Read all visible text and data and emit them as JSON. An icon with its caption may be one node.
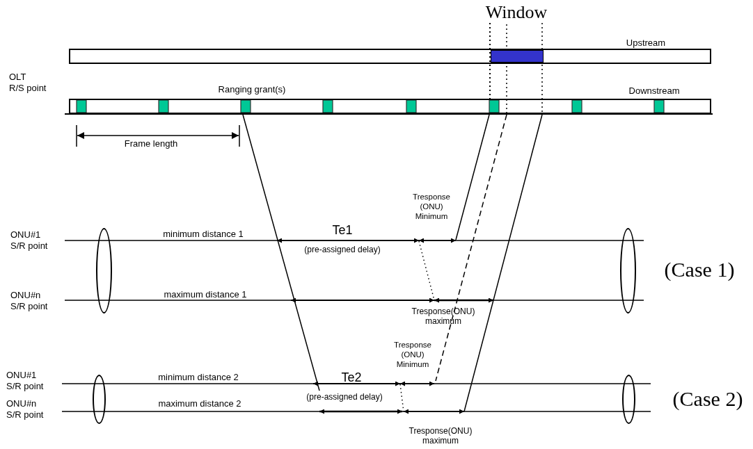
{
  "diagram": {
    "nodes": [
      {
        "text": [],
        "shape": "bar",
        "beside": [
          "Upstream"
        ]
      },
      {
        "text": [],
        "shape": "bar",
        "beside": [
          "Downstream"
        ]
      },
      {
        "text": [],
        "shape": "ellipse"
      },
      {
        "text": [],
        "shape": "ellipse"
      },
      {
        "text": [],
        "shape": "ellipse"
      },
      {
        "text": [],
        "shape": "ellipse"
      },
      {
        "text": [],
        "shape": "box",
        "in": 0
      }
    ],
    "labels": [
      "Window",
      "OLT R/S point",
      "Ranging grant(s)",
      "Frame length",
      "Tresponse (ONU) Minimum",
      "ONU#1 S/R point",
      "minimum distance 1",
      "Te1",
      "(pre-assigned delay)",
      "(Case 1)",
      "ONU#n S/R point",
      "maximum distance 1",
      "Tresponse(ONU) maximum",
      "Tresponse (ONU) Minimum",
      "ONU#1 S/R point",
      "minimum distance 2",
      "Te2",
      "(pre-assigned delay)",
      "ONU#n S/R point",
      "maximum distance 2",
      "(Case 2)",
      "Tresponse(ONU) maximum"
    ]
  }
}
